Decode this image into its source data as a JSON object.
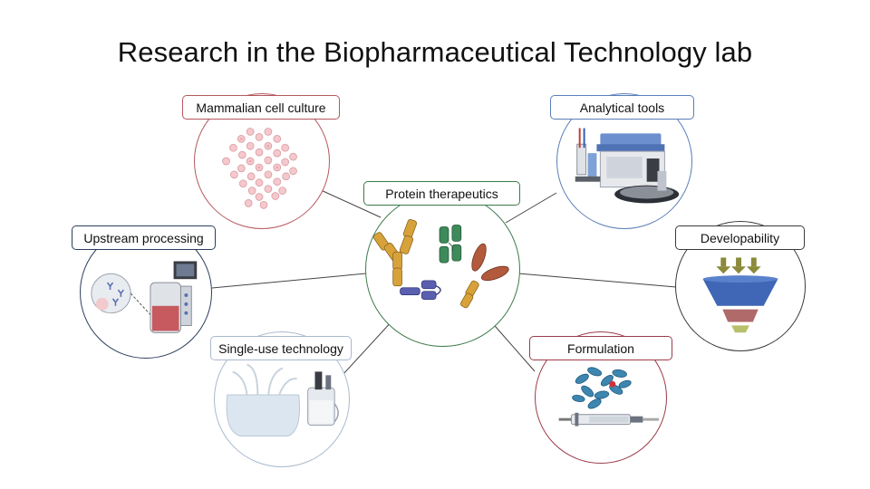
{
  "title": "Research in the Biopharmaceutical Technology lab",
  "center": {
    "label": "Protein therapeutics",
    "color": "#3e7a4b"
  },
  "nodes": [
    {
      "id": "mammalian",
      "label": "Mammalian cell culture",
      "color": "#b5585e",
      "icon": "cell-cluster-icon"
    },
    {
      "id": "analytical",
      "label": "Analytical tools",
      "color": "#5a7fb8",
      "icon": "lab-instrument-icon"
    },
    {
      "id": "upstream",
      "label": "Upstream processing",
      "color": "#2c3e5f",
      "icon": "bioreactor-icon"
    },
    {
      "id": "developability",
      "label": "Developability",
      "color": "#3a3a3a",
      "icon": "funnel-icon"
    },
    {
      "id": "single_use",
      "label": "Single-use technology",
      "color": "#a9b9cc",
      "icon": "single-use-bag-icon"
    },
    {
      "id": "formulation",
      "label": "Formulation",
      "color": "#9c3b4a",
      "icon": "protein-syringe-icon"
    }
  ]
}
